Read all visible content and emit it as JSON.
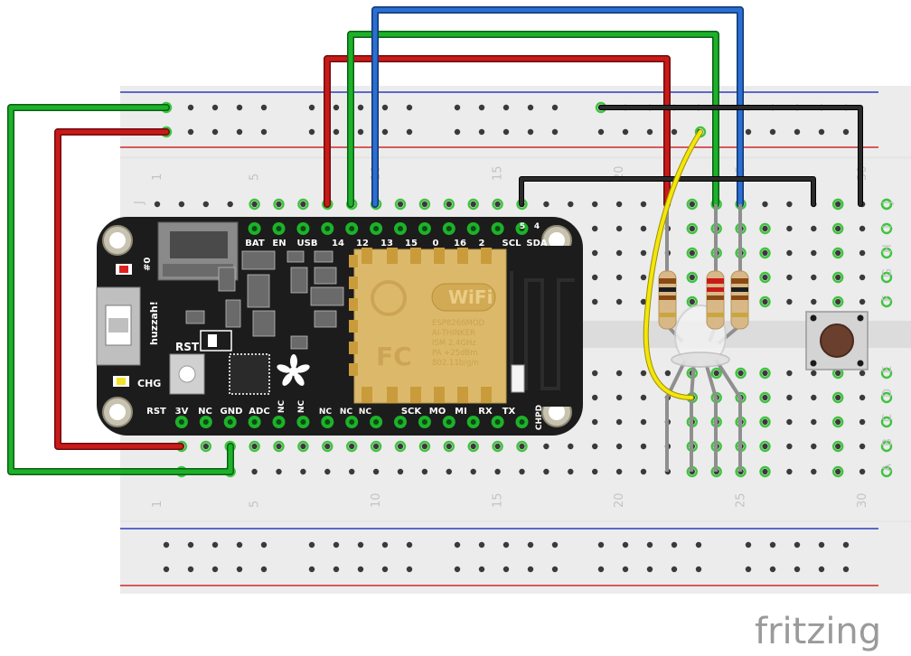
{
  "breadboard": {
    "top_columns": [
      "1",
      "5",
      "10",
      "15",
      "20",
      "25",
      "30"
    ],
    "bottom_columns": [
      "1",
      "5",
      "10",
      "15",
      "20",
      "25",
      "30"
    ],
    "right_rows": [
      "J",
      "I",
      "H",
      "G",
      "F",
      "E",
      "D",
      "C",
      "B",
      "A"
    ],
    "left_row_label": "J"
  },
  "board": {
    "name": "huzzah!",
    "top_pins": [
      "BAT",
      "EN",
      "USB",
      "14",
      "12",
      "13",
      "15",
      "0",
      "16",
      "2",
      "SCL",
      "SDA"
    ],
    "top_pin_nums": [
      "5",
      "4"
    ],
    "bottom_pins": [
      "RST",
      "3V",
      "NC",
      "GND",
      "ADC",
      "NC",
      "NC",
      "NC",
      "NC",
      "NC",
      "SCK",
      "MO",
      "MI",
      "RX",
      "TX",
      "CHPD"
    ],
    "labels": {
      "rst": "RST",
      "chg": "CHG",
      "led0": "#0"
    }
  },
  "module": {
    "wifi": "WiFi",
    "fcc": "FC",
    "lines": [
      "ESP8266MOD",
      "AI-THINKER",
      "ISM 2.4GHz",
      "PA +25dBm",
      "802.11b/g/n"
    ]
  },
  "brand": "fritzing",
  "colors": {
    "wire_green": "#1db12a",
    "wire_red": "#c91a1a",
    "wire_blue": "#2b6fd4",
    "wire_black": "#1a1a1a",
    "wire_yellow": "#f4e60b",
    "pcb": "#1c1c1c",
    "module": "#dcb96a",
    "breadboard": "#ececec"
  }
}
